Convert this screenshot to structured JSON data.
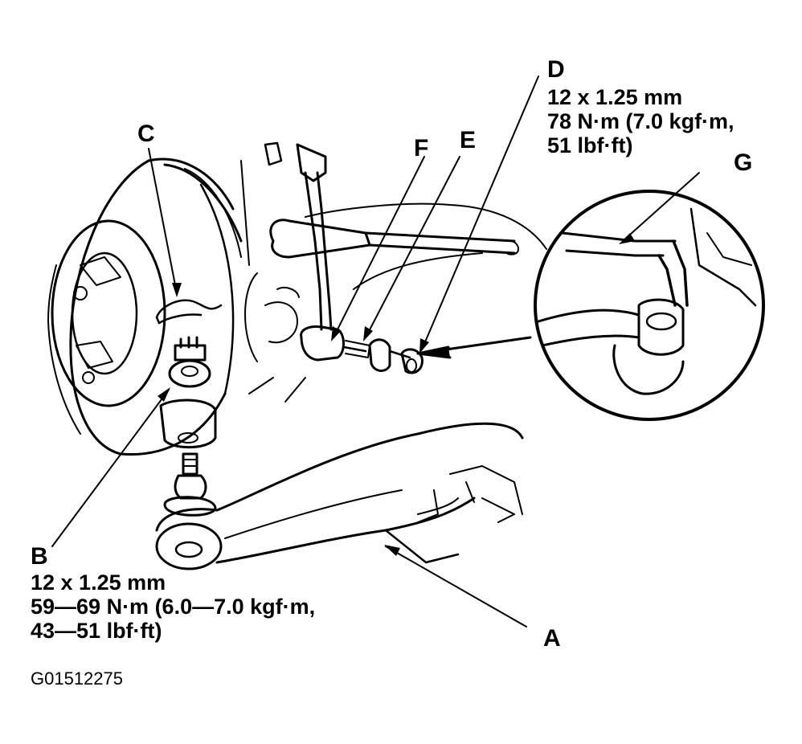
{
  "labels": {
    "A": "A",
    "B": "B",
    "C": "C",
    "D": "D",
    "E": "E",
    "F": "F",
    "G": "G"
  },
  "specs": {
    "D": [
      "12 x 1.25 mm",
      "78 N·m (7.0 kgf·m,",
      "51 lbf·ft)"
    ],
    "B": [
      "12 x 1.25 mm",
      "59—69 N·m (6.0—7.0 kgf·m,",
      "43—51 lbf·ft)"
    ]
  },
  "figure_code": "G01512275",
  "colors": {
    "ink": "#000000",
    "paper": "#ffffff"
  }
}
